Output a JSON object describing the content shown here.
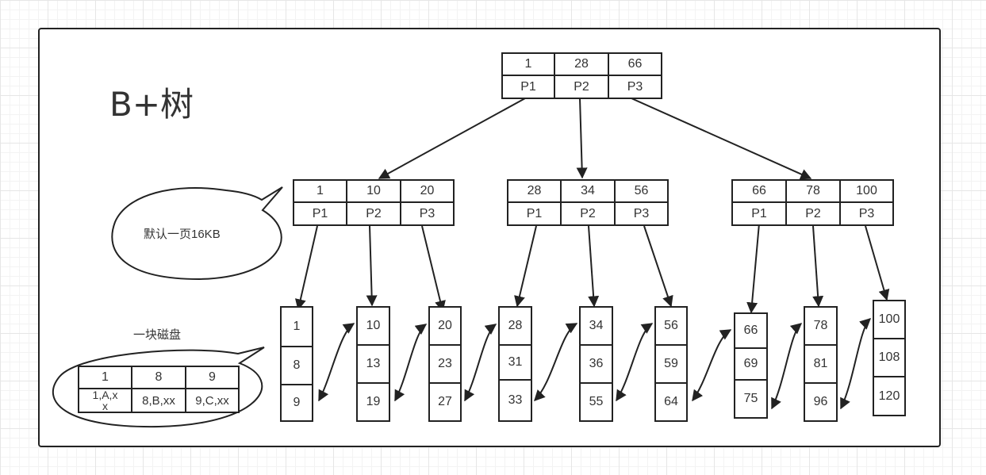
{
  "title": "B+树",
  "root": {
    "keys": [
      "1",
      "28",
      "66"
    ],
    "ptrs": [
      "P1",
      "P2",
      "P3"
    ]
  },
  "internal": [
    {
      "keys": [
        "1",
        "10",
        "20"
      ],
      "ptrs": [
        "P1",
        "P2",
        "P3"
      ]
    },
    {
      "keys": [
        "28",
        "34",
        "56"
      ],
      "ptrs": [
        "P1",
        "P2",
        "P3"
      ]
    },
    {
      "keys": [
        "66",
        "78",
        "100"
      ],
      "ptrs": [
        "P1",
        "P2",
        "P3"
      ]
    }
  ],
  "leaves": [
    [
      "1",
      "8",
      "9"
    ],
    [
      "10",
      "13",
      "19"
    ],
    [
      "20",
      "23",
      "27"
    ],
    [
      "28",
      "31",
      "33"
    ],
    [
      "34",
      "36",
      "55"
    ],
    [
      "56",
      "59",
      "64"
    ],
    [
      "66",
      "69",
      "75"
    ],
    [
      "78",
      "81",
      "96"
    ],
    [
      "100",
      "108",
      "120"
    ]
  ],
  "page_callout": "默认一页16KB",
  "disk_callout": {
    "label": "一块磁盘",
    "keys": [
      "1",
      "8",
      "9"
    ],
    "rows": [
      "1,A,x\nx",
      "8,B,xx",
      "9,C,xx"
    ]
  },
  "colors": {
    "line": "#222222",
    "text": "#333333",
    "grid": "#e6e6e6"
  }
}
